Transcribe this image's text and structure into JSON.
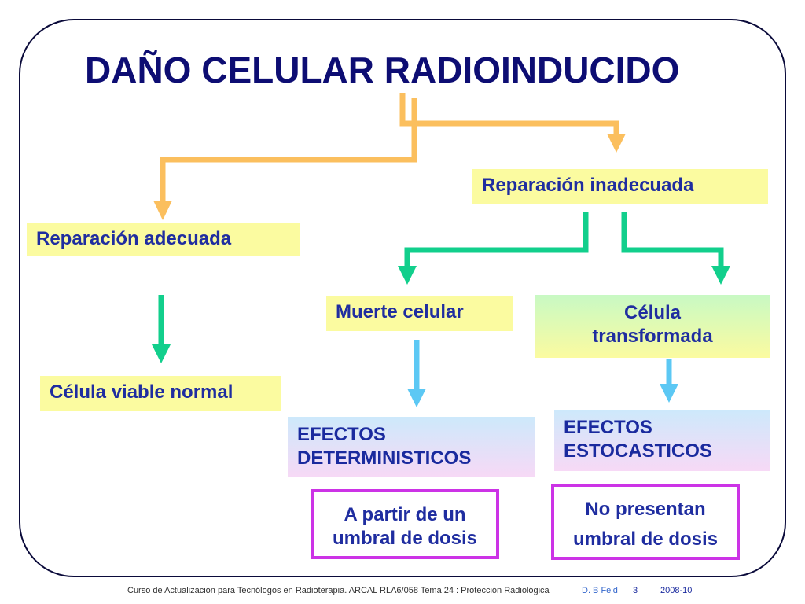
{
  "title": "DAÑO CELULAR RADIOINDUCIDO",
  "nodes": {
    "reparacion_adecuada": "Reparación adecuada",
    "reparacion_inadecuada": "Reparación inadecuada",
    "muerte_celular": "Muerte celular",
    "celula_transformada": "Célula transformada",
    "celula_viable_normal": "Célula viable normal",
    "efectos_deterministicos": "EFECTOS DETERMINISTICOS",
    "efectos_estocasticos": "EFECTOS ESTOCASTICOS",
    "umbral_si": "A partir de un umbral de dosis",
    "umbral_no": "No presentan umbral de dosis"
  },
  "footer": {
    "course": "Curso de Actualización para Tecnólogos en Radioterapia.  ARCAL RLA6/058   Tema 24 : Protección Radiológica",
    "author": "D. B Feld",
    "page": "3",
    "date": "2008-10"
  },
  "colors": {
    "title": "#0d0d73",
    "orange_arrow": "#fbbf5e",
    "green_arrow": "#12cf8c",
    "blue_arrow": "#5cc8f4",
    "magenta_border": "#cc33e6"
  }
}
